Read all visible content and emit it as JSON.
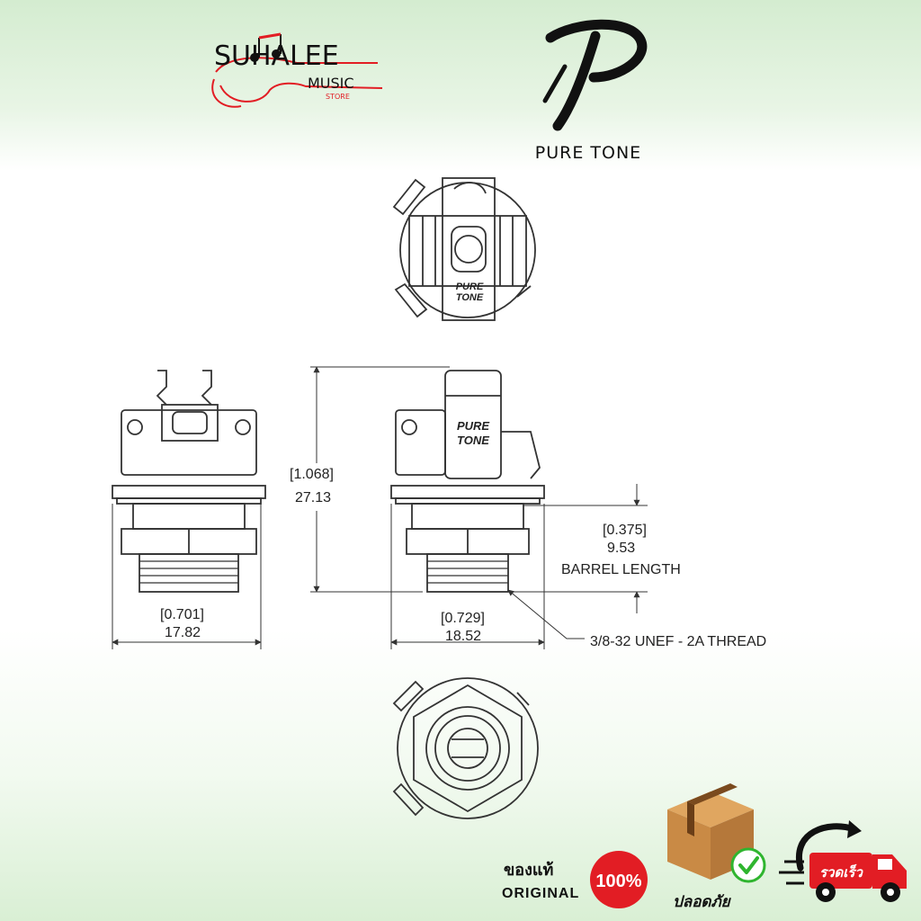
{
  "brand": {
    "store_name_top": "SUHALEE",
    "store_name_music": "MUSIC",
    "store_name_store": "STORE",
    "product_brand": "PURE TONE"
  },
  "views": {
    "top_label_line1": "PURE",
    "top_label_line2": "TONE",
    "side_label_line1": "PURE",
    "side_label_line2": "TONE"
  },
  "dimensions": {
    "height_in": "1.068",
    "height_mm": "27.13",
    "width_left_in": "0.701",
    "width_left_mm": "17.82",
    "width_right_in": "0.729",
    "width_right_mm": "18.52",
    "barrel_in": "0.375",
    "barrel_mm": "9.53",
    "barrel_label": "BARREL LENGTH",
    "thread_label": "3/8-32 UNEF - 2A THREAD"
  },
  "badges": {
    "genuine_th": "ของแท้",
    "genuine_en": "ORIGINAL",
    "percent": "100%",
    "safe_th": "ปลอดภัย",
    "fast_th": "รวดเร็ว"
  },
  "colors": {
    "accent_red": "#e21d24",
    "check_green": "#2fb52f",
    "box_brown": "#c98a45",
    "line": "#333333"
  }
}
